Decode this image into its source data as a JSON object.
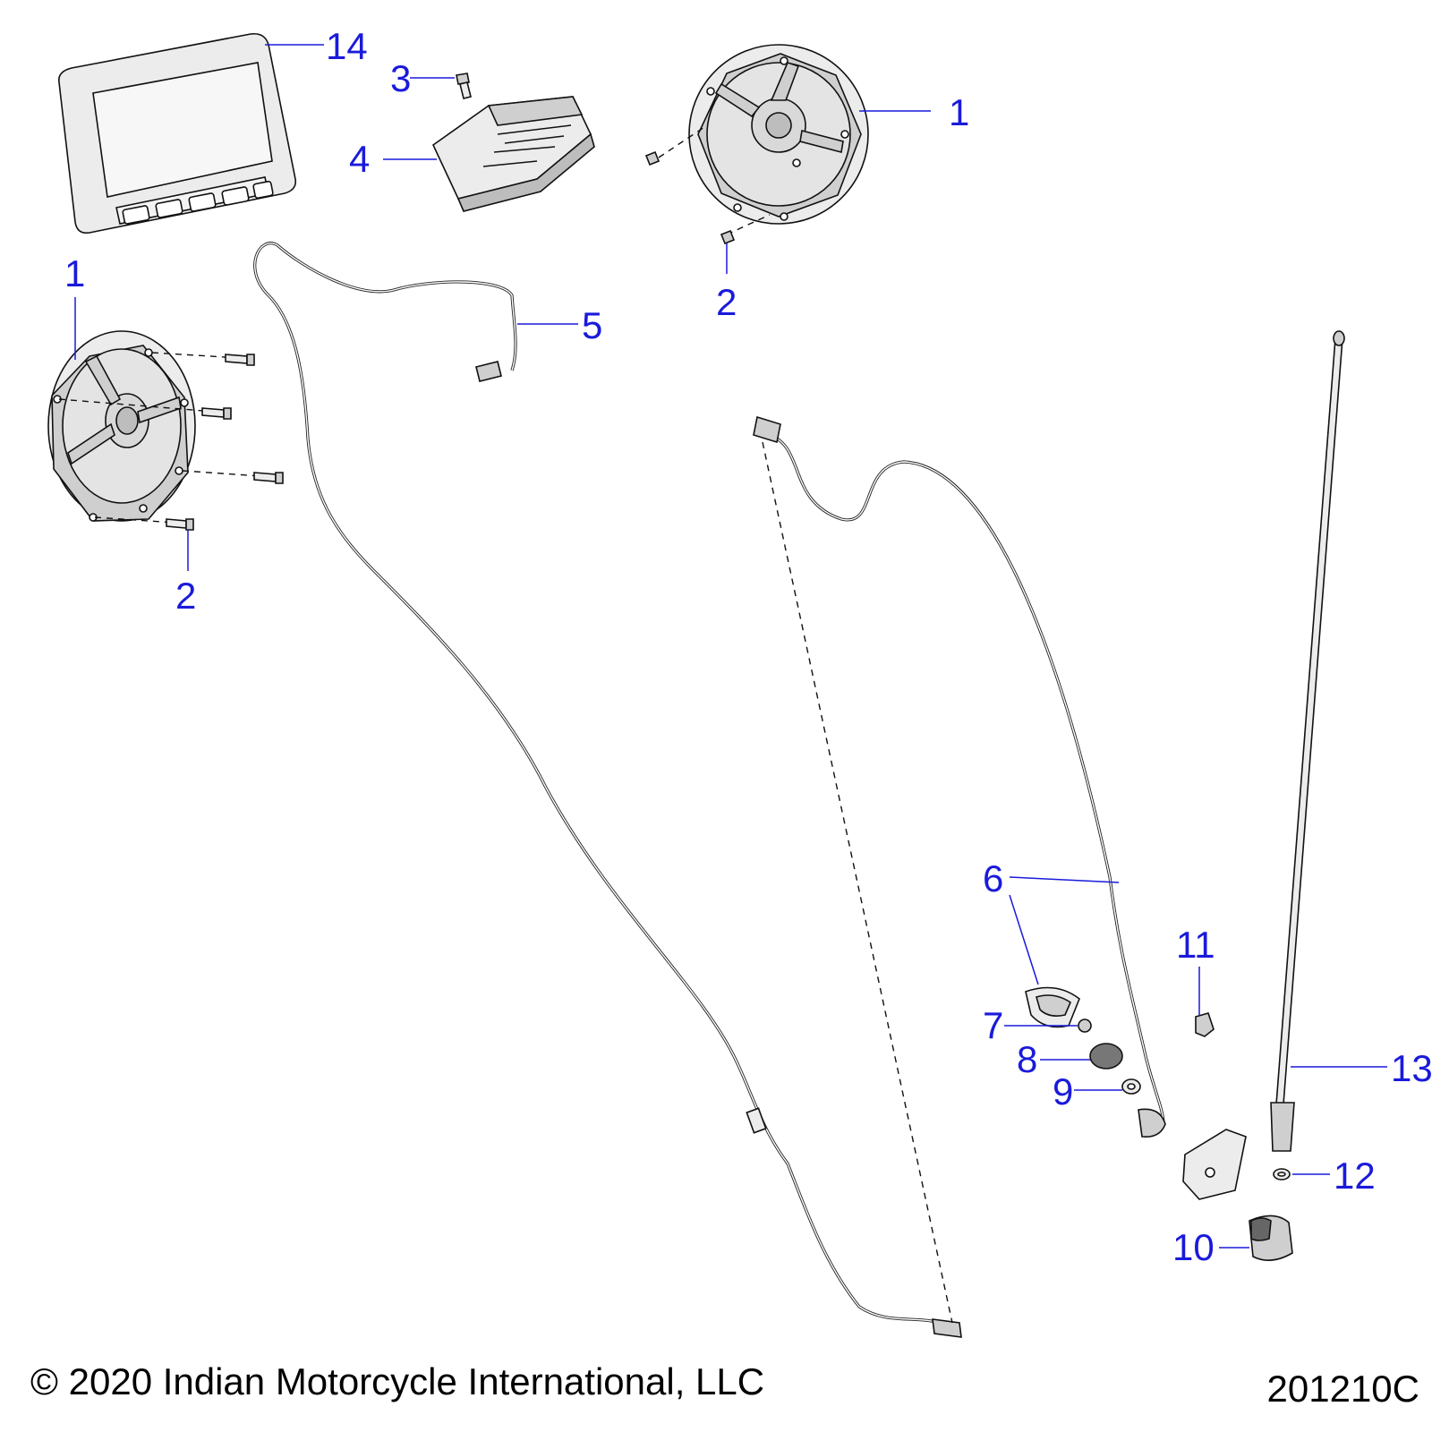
{
  "callouts": {
    "c1a": "1",
    "c1b": "1",
    "c2a": "2",
    "c2b": "2",
    "c3": "3",
    "c4": "4",
    "c5": "5",
    "c6": "6",
    "c7": "7",
    "c8": "8",
    "c9": "9",
    "c10": "10",
    "c11": "11",
    "c12": "12",
    "c13": "13",
    "c14": "14"
  },
  "footer": {
    "copyright": "© 2020 Indian Motorcycle International, LLC",
    "drawing_id": "201210C"
  },
  "colors": {
    "callout": "#1a1adb",
    "line": "#111111"
  }
}
